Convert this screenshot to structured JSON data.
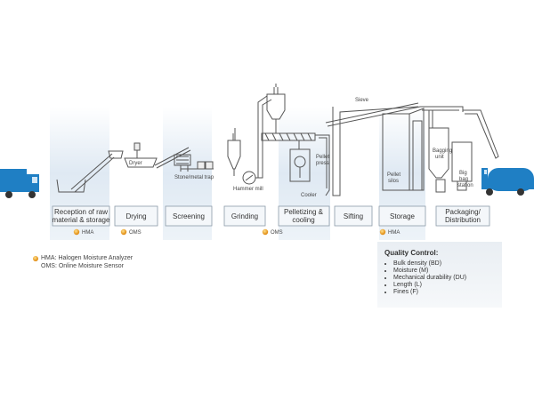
{
  "stages": [
    {
      "label_lines": [
        "Reception of raw",
        "material & storage"
      ]
    },
    {
      "label_lines": [
        "Drying"
      ]
    },
    {
      "label_lines": [
        "Screening"
      ]
    },
    {
      "label_lines": [
        "Grinding"
      ]
    },
    {
      "label_lines": [
        "Pelletizing &",
        "cooling"
      ]
    },
    {
      "label_lines": [
        "Sifting"
      ]
    },
    {
      "label_lines": [
        "Storage"
      ]
    },
    {
      "label_lines": [
        "Packaging/",
        "Distribution"
      ]
    }
  ],
  "sensor_tags": [
    "HMA",
    "OMS",
    "OMS",
    "HMA"
  ],
  "equipment": {
    "dryer": "Dryer",
    "stone_trap": "Stone/metal trap",
    "hammer_mill": "Hammer mill",
    "pellet_press_1": "Pellet",
    "pellet_press_2": "press",
    "cooler": "Cooler",
    "sieve": "Sieve",
    "pellet_silos_1": "Pellet",
    "pellet_silos_2": "silos",
    "bagging_unit_1": "Bagging",
    "bagging_unit_2": "unit",
    "big_bag_1": "Big",
    "big_bag_2": "bag",
    "big_bag_3": "station"
  },
  "legend": {
    "hma": "HMA:  Halogen Moisture Analyzer",
    "oms": "OMS:  Online Moisture Sensor"
  },
  "quality_control": {
    "title": "Quality Control:",
    "items": [
      "Bulk density (BD)",
      "Moisture (M)",
      "Mechanical durability (DU)",
      "Length (L)",
      "Fines (F)"
    ]
  },
  "colors": {
    "band": "#e6eef6",
    "truck": "#1f7fc4",
    "sensor_dot": "#f0a020",
    "line": "#555555"
  }
}
